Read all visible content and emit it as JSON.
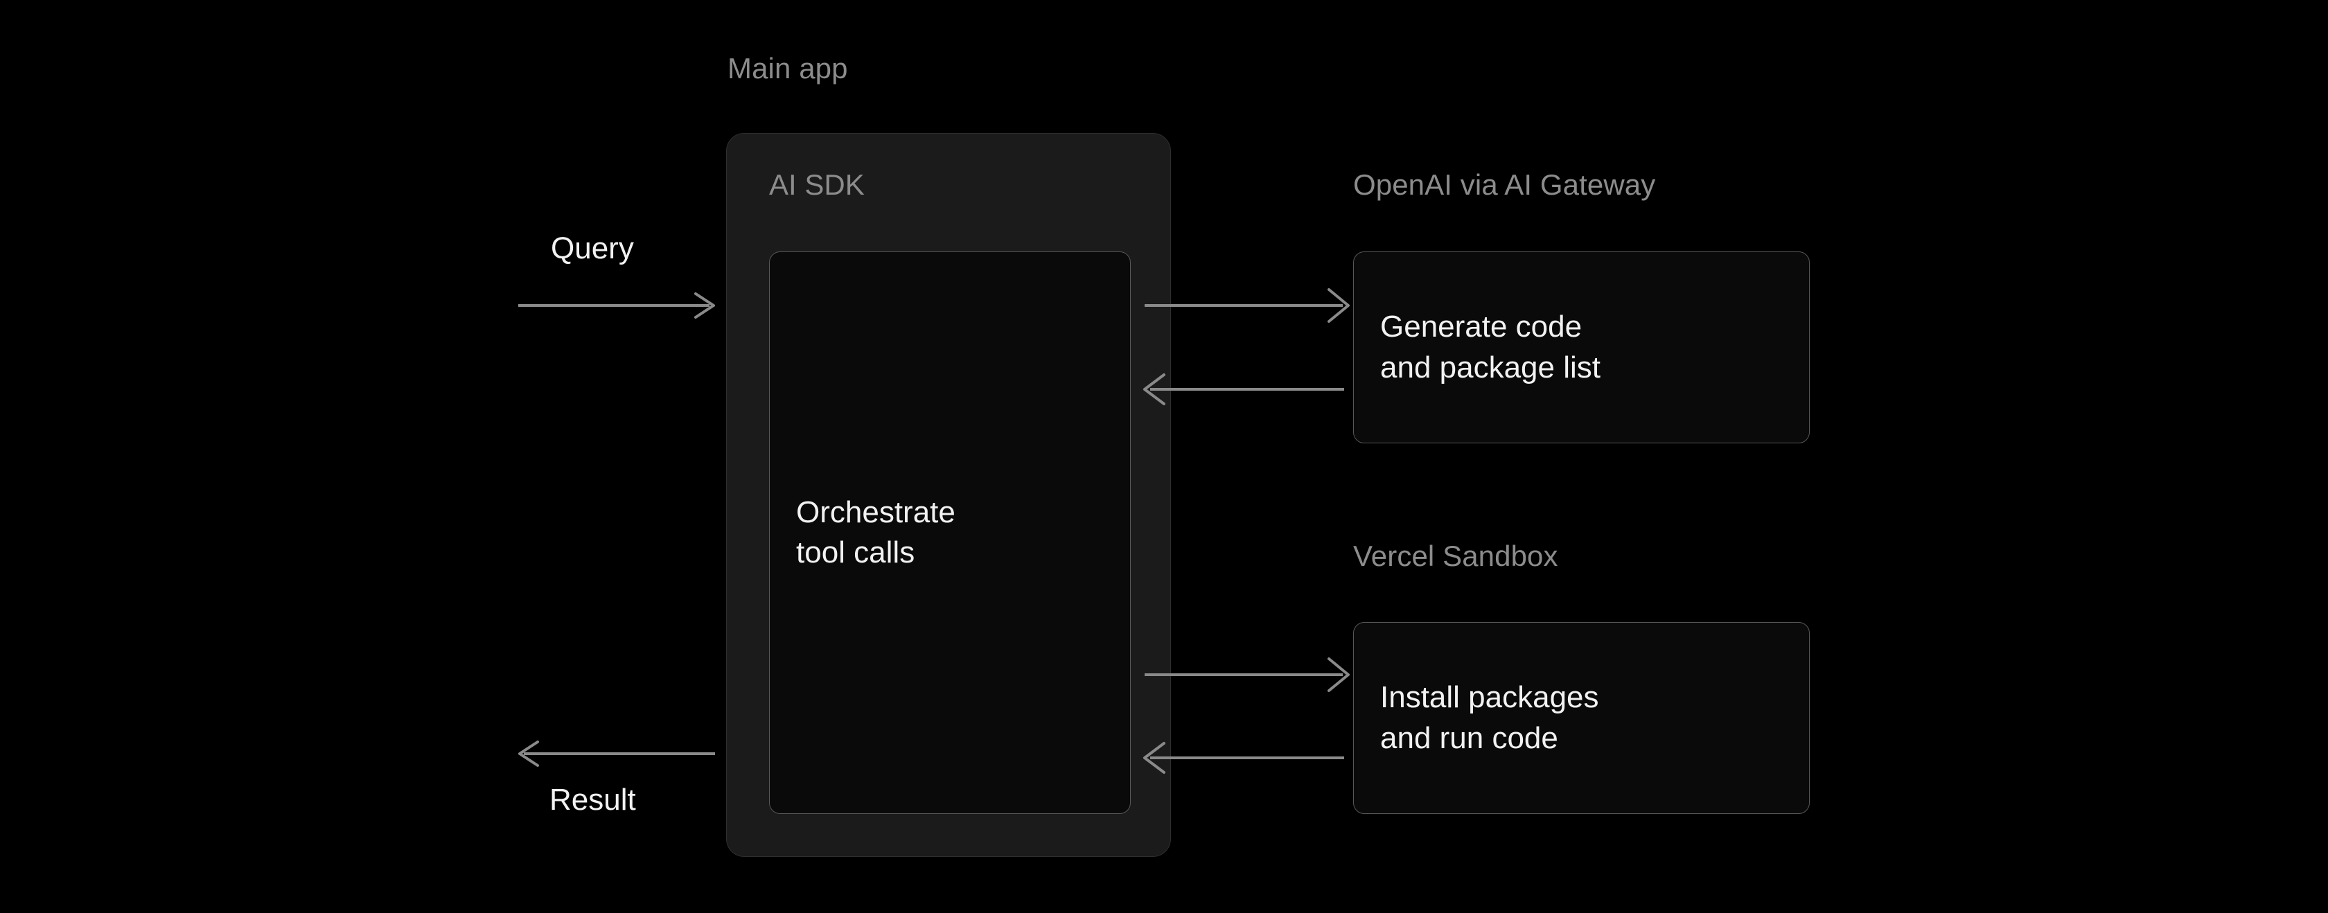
{
  "diagram": {
    "background_color": "#000000",
    "muted_text_color": "#8c8c8c",
    "primary_text_color": "#f2f2f2",
    "arrow_color": "#8a8a8a",
    "panel_fill": "#1b1b1b",
    "box_fill": "#0a0a0a",
    "box_border": "#575757"
  },
  "groups": {
    "main_app": {
      "label": "Main app"
    },
    "openai_gateway": {
      "label": "OpenAI via AI Gateway"
    },
    "vercel_sandbox": {
      "label": "Vercel Sandbox"
    }
  },
  "main_panel": {
    "label": "AI SDK",
    "inner_box": {
      "text": "Orchestrate\ntool calls"
    }
  },
  "boxes": {
    "generate": {
      "text": "Generate code\nand package list"
    },
    "install": {
      "text": "Install packages\nand run code"
    }
  },
  "edges": {
    "query": {
      "label": "Query",
      "direction": "right"
    },
    "result": {
      "label": "Result",
      "direction": "left"
    },
    "to_gateway": {
      "label": "",
      "direction": "right"
    },
    "from_gateway": {
      "label": "",
      "direction": "left"
    },
    "to_sandbox": {
      "label": "",
      "direction": "right"
    },
    "from_sandbox": {
      "label": "",
      "direction": "left"
    }
  }
}
